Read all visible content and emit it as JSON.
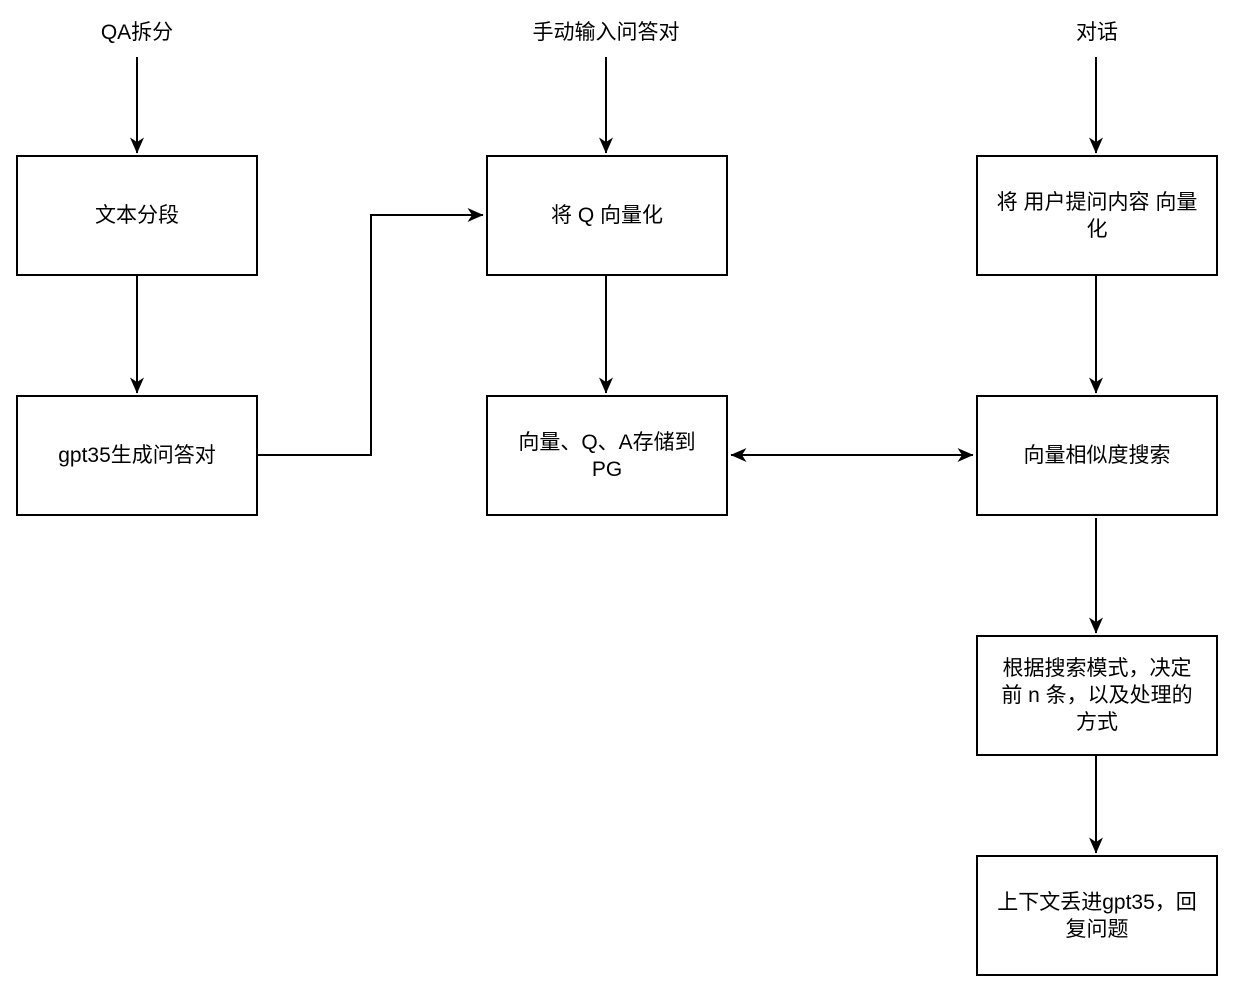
{
  "background": "#ffffff",
  "diagram": {
    "colors": {
      "stroke": "#000000",
      "node_fill": "#ffffff",
      "text": "#000000"
    },
    "entry_labels": [
      {
        "id": "qa-split",
        "label": "QA拆分"
      },
      {
        "id": "manual-input-qa-pairs",
        "label": "手动输入问答对"
      },
      {
        "id": "dialogue",
        "label": "对话"
      }
    ],
    "nodes": [
      {
        "id": "text-segmentation",
        "label": "文本分段"
      },
      {
        "id": "gpt35-generate-qa",
        "label": "gpt35生成问答对"
      },
      {
        "id": "vectorize-q",
        "label": "将 Q 向量化"
      },
      {
        "id": "store-vector-qa-to-pg",
        "label": "向量、Q、A存储到\nPG"
      },
      {
        "id": "vectorize-user-question",
        "label": "将 用户提问内容 向量\n化"
      },
      {
        "id": "vector-similarity-search",
        "label": "向量相似度搜索"
      },
      {
        "id": "search-mode-top-n",
        "label": "根据搜索模式，决定\n前 n 条，以及处理的\n方式"
      },
      {
        "id": "context-to-gpt35-answer",
        "label": "上下文丢进gpt35，回\n复问题"
      }
    ]
  }
}
